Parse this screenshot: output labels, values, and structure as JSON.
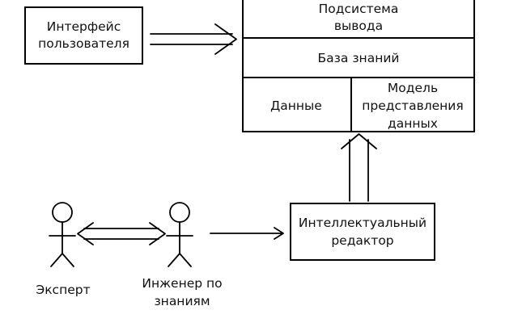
{
  "ui_box": {
    "lines": [
      "Интерфейс",
      "пользователя"
    ]
  },
  "main_block": {
    "output_subsystem": [
      "Подсистема",
      "вывода"
    ],
    "knowledge_base": "База знаний",
    "data_cell": "Данные",
    "model_cell": [
      "Модель",
      "представления",
      "данных"
    ]
  },
  "editor_box": {
    "lines": [
      "Интеллектуальный",
      "редактор"
    ]
  },
  "actors": {
    "expert": "Эксперт",
    "engineer": [
      "Инженер по",
      "знаниям"
    ]
  },
  "colors": {
    "stroke": "#000000",
    "background": "#ffffff",
    "text": "#111111"
  }
}
